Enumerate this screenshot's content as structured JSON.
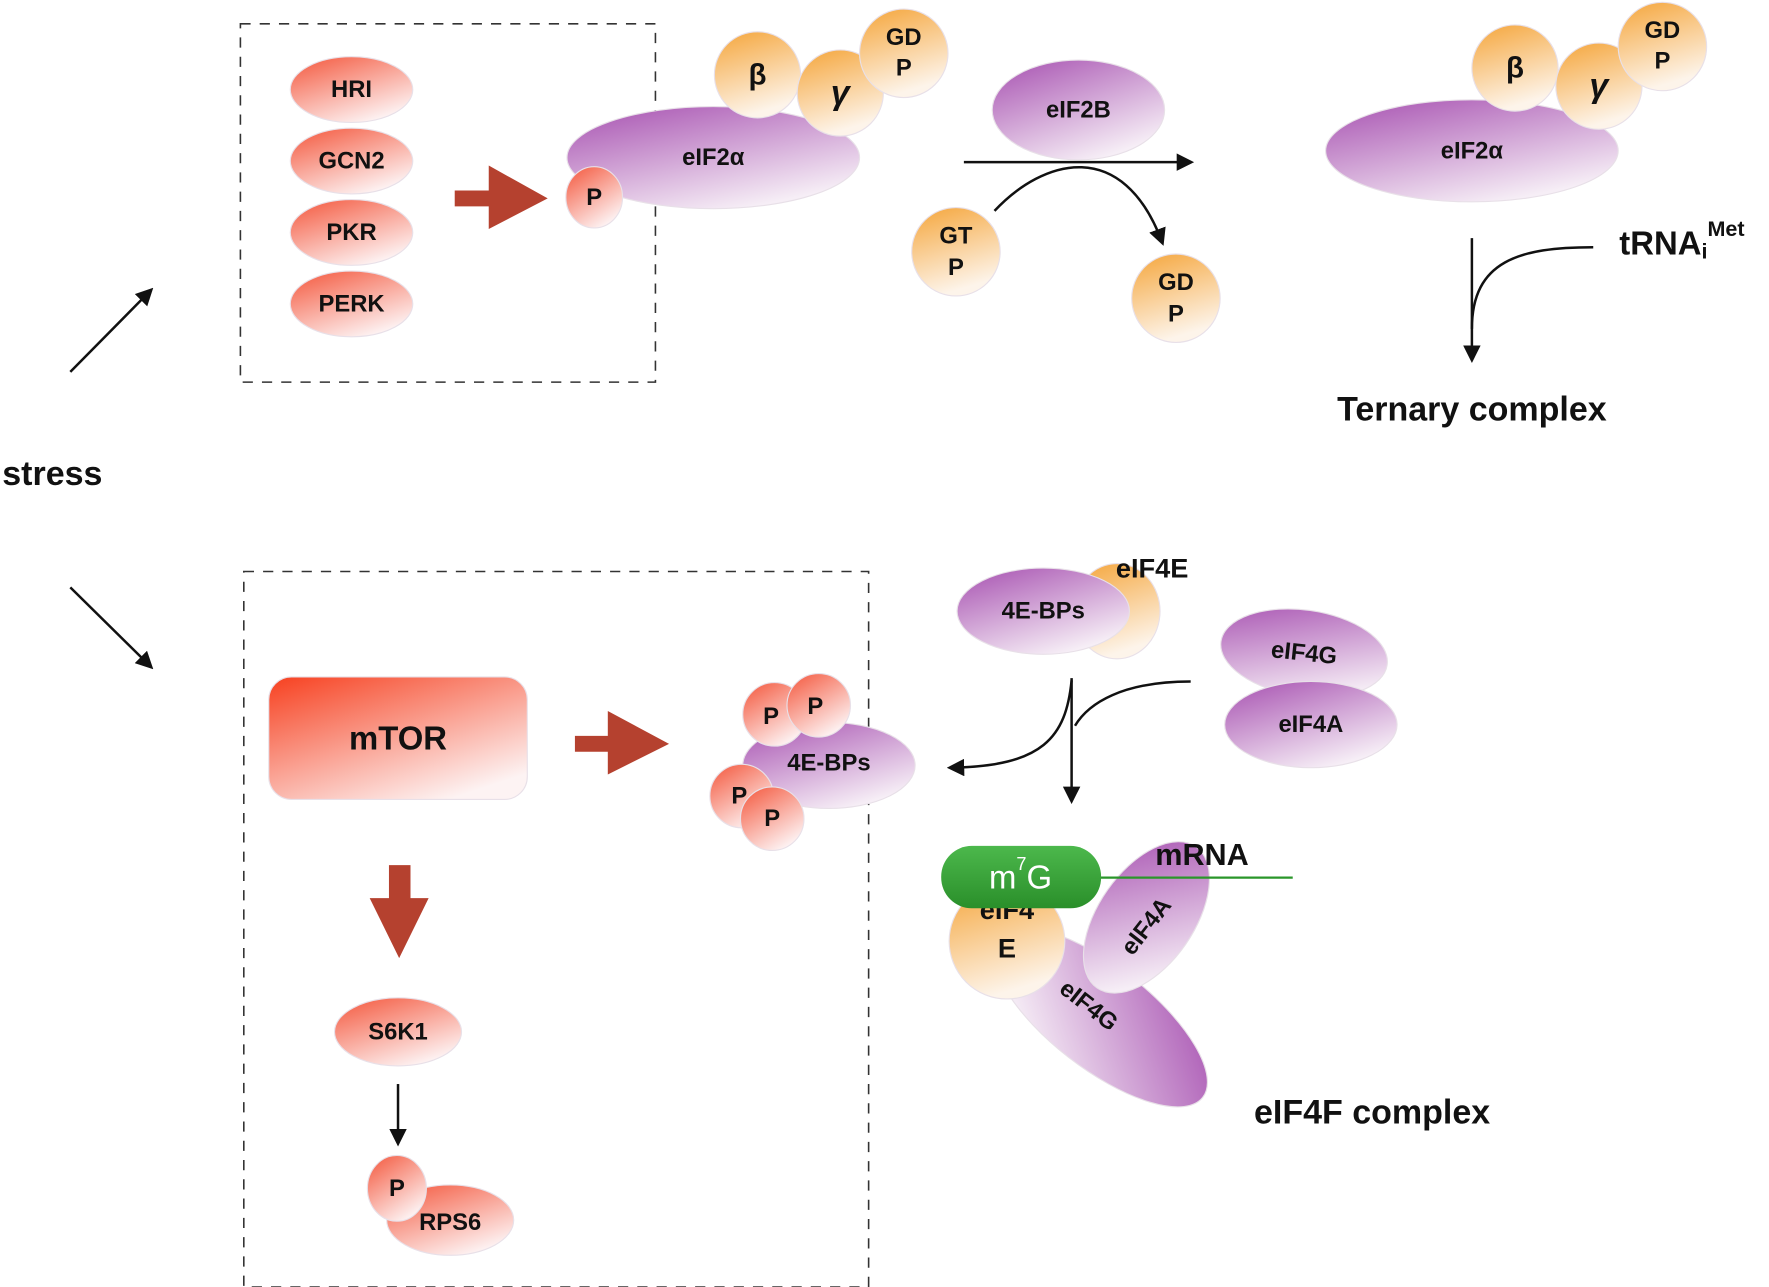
{
  "diagram": {
    "stress_label": "stress",
    "top": {
      "kinases": [
        "HRI",
        "GCN2",
        "PKR",
        "PERK"
      ],
      "phospho_label": "P",
      "eif2_alpha_label": "eIF2α",
      "beta_label": "β",
      "gamma_label": "γ",
      "gdp_line1": "GD",
      "gdp_line2": "P",
      "gtp_line1": "GT",
      "gtp_line2": "P",
      "eif2b_label": "eIF2B",
      "trna_label": "tRNA",
      "trna_sub": "i",
      "trna_sup": "Met",
      "ternary_label": "Ternary complex"
    },
    "bottom": {
      "mtor_label": "mTOR",
      "s6k1_label": "S6K1",
      "rps6_label": "RPS6",
      "phospho_label": "P",
      "fourebp_label": "4E-BPs",
      "eif4e_label": "eIF4E",
      "eif4e_split_1": "eIF4",
      "eif4e_split_2": "E",
      "eif4g_label": "eIF4G",
      "eif4a_label": "eIF4A",
      "m7g_base": "m",
      "m7g_sup": "7",
      "m7g_end": "G",
      "mrna_label": "mRNA",
      "eif4f_label": "eIF4F complex"
    },
    "colors": {
      "kinase_red": "#f4553a",
      "orange": "#f5a53a",
      "purple": "#a64fb0",
      "arrow_brown": "#b5412f",
      "cap_green": "#3aa53a"
    }
  }
}
